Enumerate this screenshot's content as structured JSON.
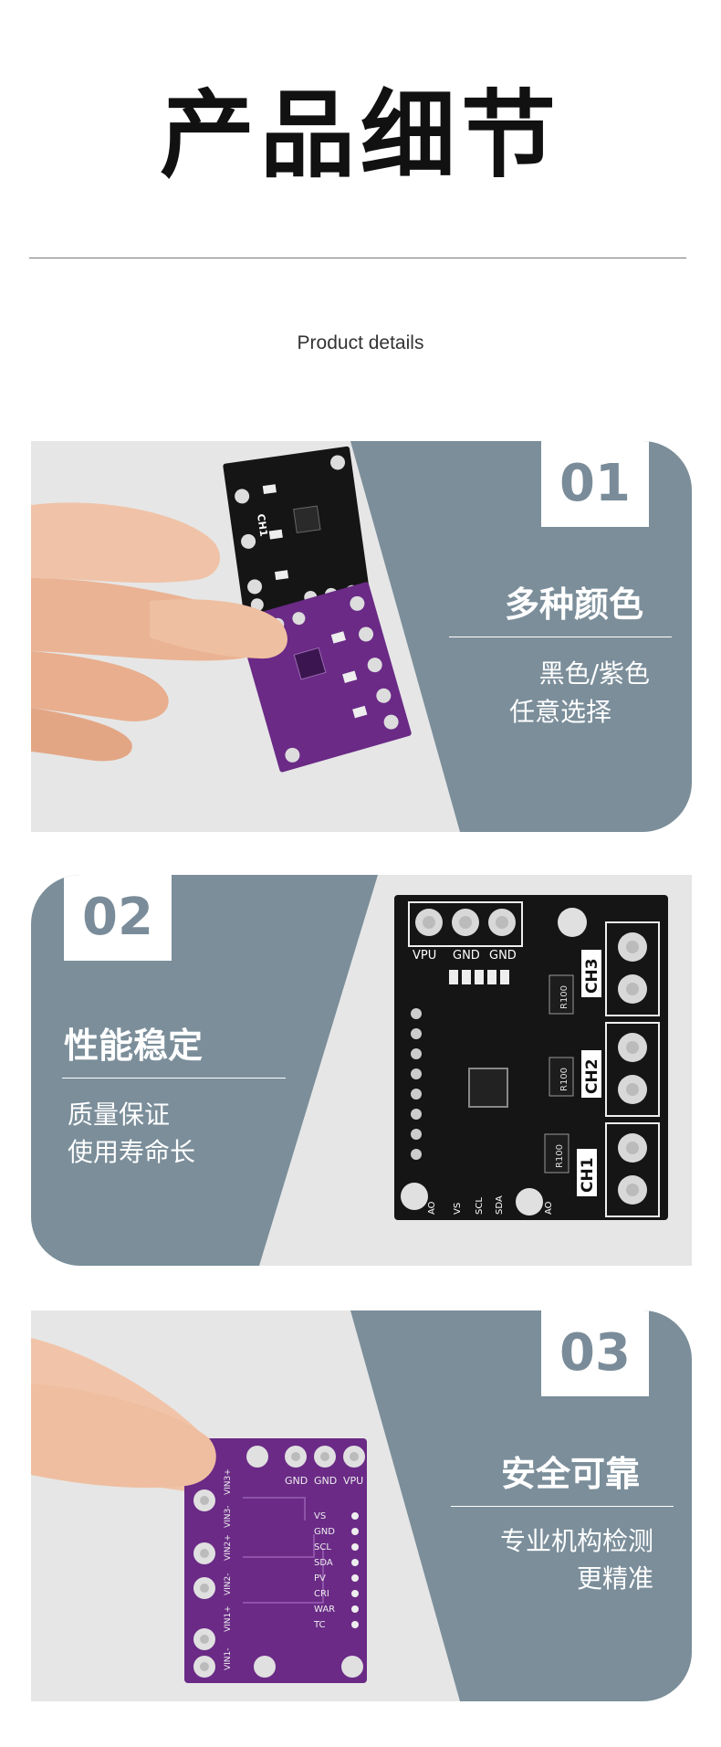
{
  "header": {
    "title": "产品细节",
    "subtitle": "Product details"
  },
  "colors": {
    "panel": "#7b8e9a",
    "light_bg": "#e6e6e6",
    "board_black": "#151515",
    "board_purple": "#6a2a86"
  },
  "sections": [
    {
      "number": "01",
      "heading": "多种颜色",
      "lines": [
        "黑色/紫色",
        "任意选择"
      ]
    },
    {
      "number": "02",
      "heading": "性能稳定",
      "lines": [
        "质量保证",
        "使用寿命长"
      ]
    },
    {
      "number": "03",
      "heading": "安全可靠",
      "lines": [
        "专业机构检测",
        "更精准"
      ]
    }
  ],
  "board_labels": {
    "ch1": "CH1",
    "ch2": "CH2",
    "ch3": "CH3",
    "vpu": "VPU",
    "gnd": "GND",
    "r100": "R100",
    "ao": "AO",
    "vs": "VS",
    "scl": "SCL",
    "sda": "SDA",
    "pv": "PV",
    "cri": "CRI",
    "war": "WAR",
    "tc": "TC",
    "vin1p": "VIN1+",
    "vin1m": "VIN1-",
    "vin2p": "VIN2+",
    "vin2m": "VIN2-",
    "vin3p": "VIN3+",
    "vin3m": "VIN3-"
  }
}
